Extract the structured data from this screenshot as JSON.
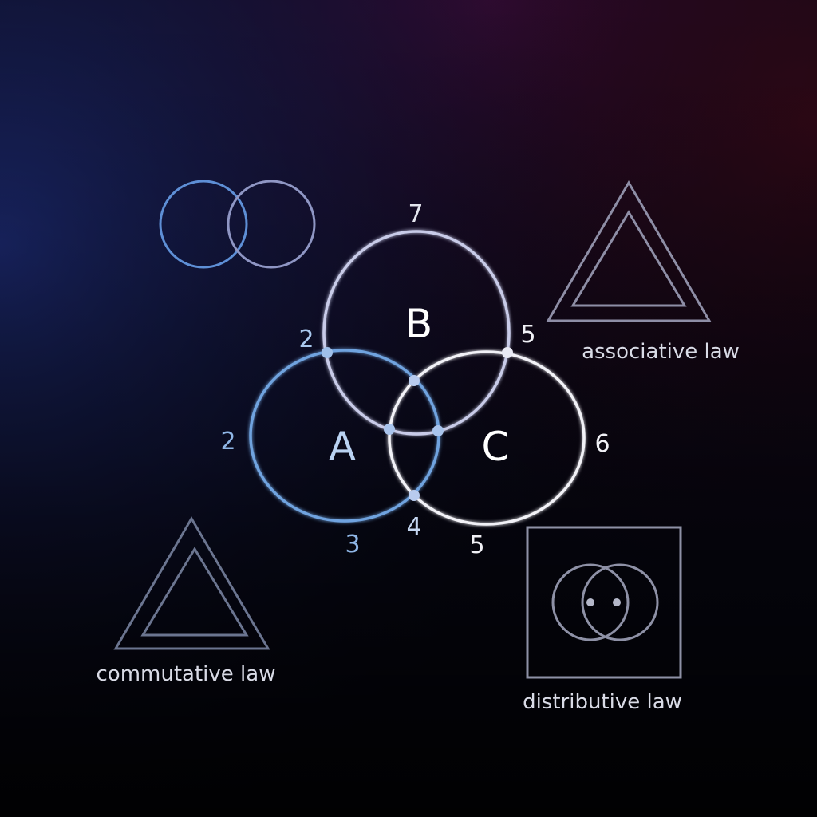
{
  "sets": {
    "a": {
      "letter": "A"
    },
    "b": {
      "letter": "B"
    },
    "c": {
      "letter": "C"
    }
  },
  "counts": {
    "b_top": "7",
    "ab_left": "2",
    "a_left": "2",
    "bc_right": "5",
    "c_right": "6",
    "a_bottom": "3",
    "ac_bottom": "4",
    "c_bottom": "5"
  },
  "laws": {
    "associative": "associative law",
    "commutative": "commutative law",
    "distributive": "distributive law"
  },
  "colors": {
    "background_top_left": "#1e2a6e",
    "background_top_right": "#3a0a2e",
    "background_bottom": "#04050a",
    "circle_a": "#6fa3df",
    "circle_b": "#c8cbe8",
    "circle_c": "#f2f2f7",
    "accent_blue": "#9fc0ea",
    "muted_line": "#8d91a8"
  },
  "icons": [
    "two-overlapping-circles-icon",
    "nested-triangle-icon",
    "boxed-overlapping-circles-icon"
  ]
}
